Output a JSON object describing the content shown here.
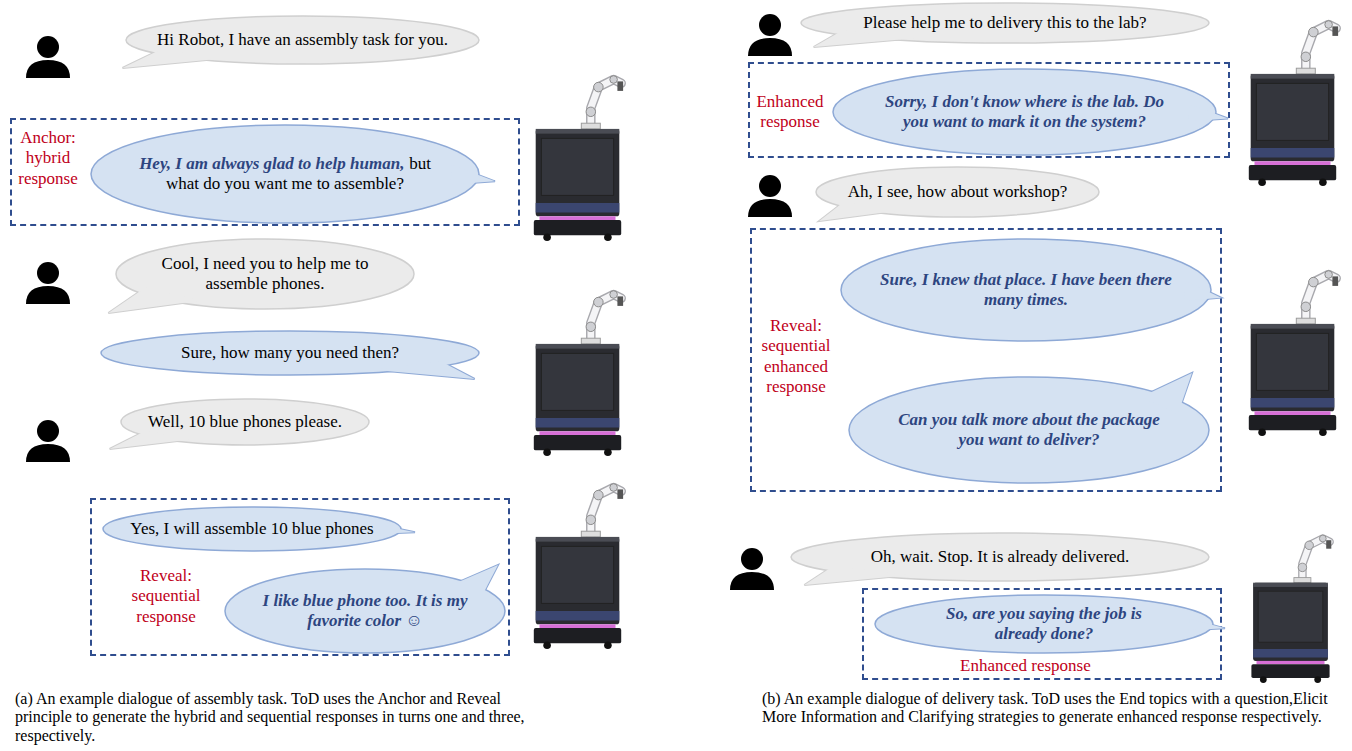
{
  "diagram": {
    "nodes": [
      {
        "text": [
          "Hi Robot, I have an assembly task for you."
        ]
      },
      {
        "text": [
          "Anchor: hybrid response"
        ]
      },
      {
        "text": [
          "Hey, I am always glad to help human,",
          "but what do you want me to assemble?"
        ],
        "in": 1
      },
      {
        "text": [
          "Cool, I need you to help me to assemble phones."
        ]
      },
      {
        "text": [
          "Sure, how many you need then?"
        ]
      },
      {
        "text": [
          "Well, 10 blue phones please."
        ]
      },
      {
        "text": [
          "Reveal: sequential response"
        ]
      },
      {
        "text": [
          "Yes, I will assemble 10 blue phones"
        ],
        "in": 6
      },
      {
        "text": [
          "I like blue phone too. It is my favorite color ☺"
        ],
        "in": 6
      },
      {
        "text": [
          "Please help me to delivery this to the lab?"
        ]
      },
      {
        "text": [
          "Enhanced response"
        ]
      },
      {
        "text": [
          "Sorry, I don't know where is the lab. Do you want to mark it on the system?"
        ],
        "in": 10
      },
      {
        "text": [
          "Ah, I see, how about workshop?"
        ]
      },
      {
        "text": [
          "Reveal: sequential enhanced response"
        ]
      },
      {
        "text": [
          "Sure, I knew that place. I have been there many times."
        ],
        "in": 13
      },
      {
        "text": [
          "Can you talk more about the package you want to deliver?"
        ],
        "in": 13
      },
      {
        "text": [
          "Oh, wait. Stop. It is already delivered."
        ]
      },
      {
        "text": [
          "Enhanced response"
        ]
      },
      {
        "text": [
          "So, are you saying the job is already done?"
        ],
        "in": 17
      }
    ],
    "labels": [
      "(a) An example dialogue of assembly task. ToD uses the Anchor and Reveal principle to generate the hybrid and sequential responses in turns one and three, respectively.",
      "(b) An example dialogue of delivery task. ToD uses the End topics with a question,Elicit More Information and Clarifying strategies to generate enhanced response respectively."
    ]
  }
}
